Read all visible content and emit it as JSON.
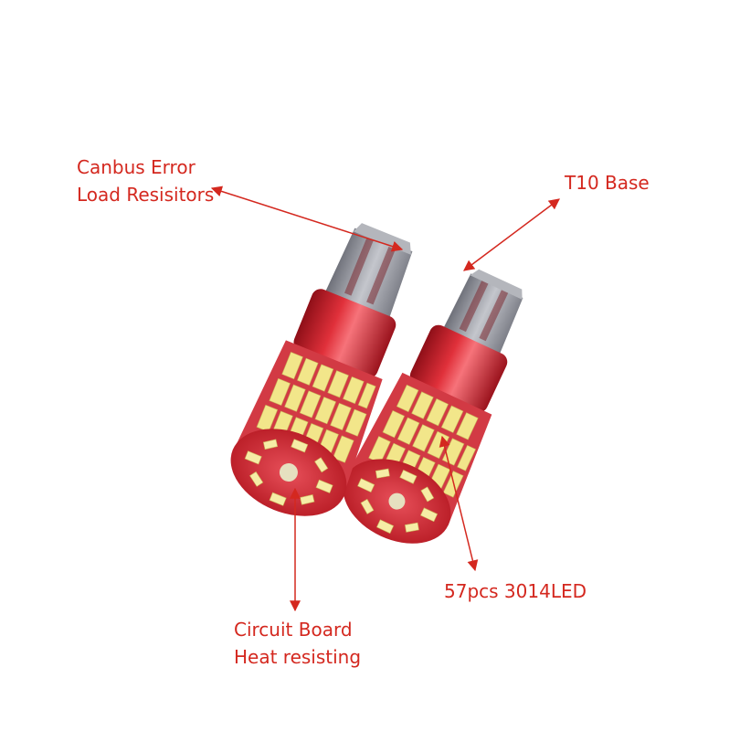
{
  "callouts": {
    "canbus_line1": "Canbus Error",
    "canbus_line2": "Load Resisitors",
    "t10_base": "T10 Base",
    "leds": "57pcs 3014LED",
    "board_line1": "Circuit Board",
    "board_line2": "Heat resisting"
  },
  "colors": {
    "annotation": "#d4281f",
    "bulb_red": "#c8202a",
    "led_yellow": "#f2e68a",
    "base_clear": "#9a9ca4"
  }
}
